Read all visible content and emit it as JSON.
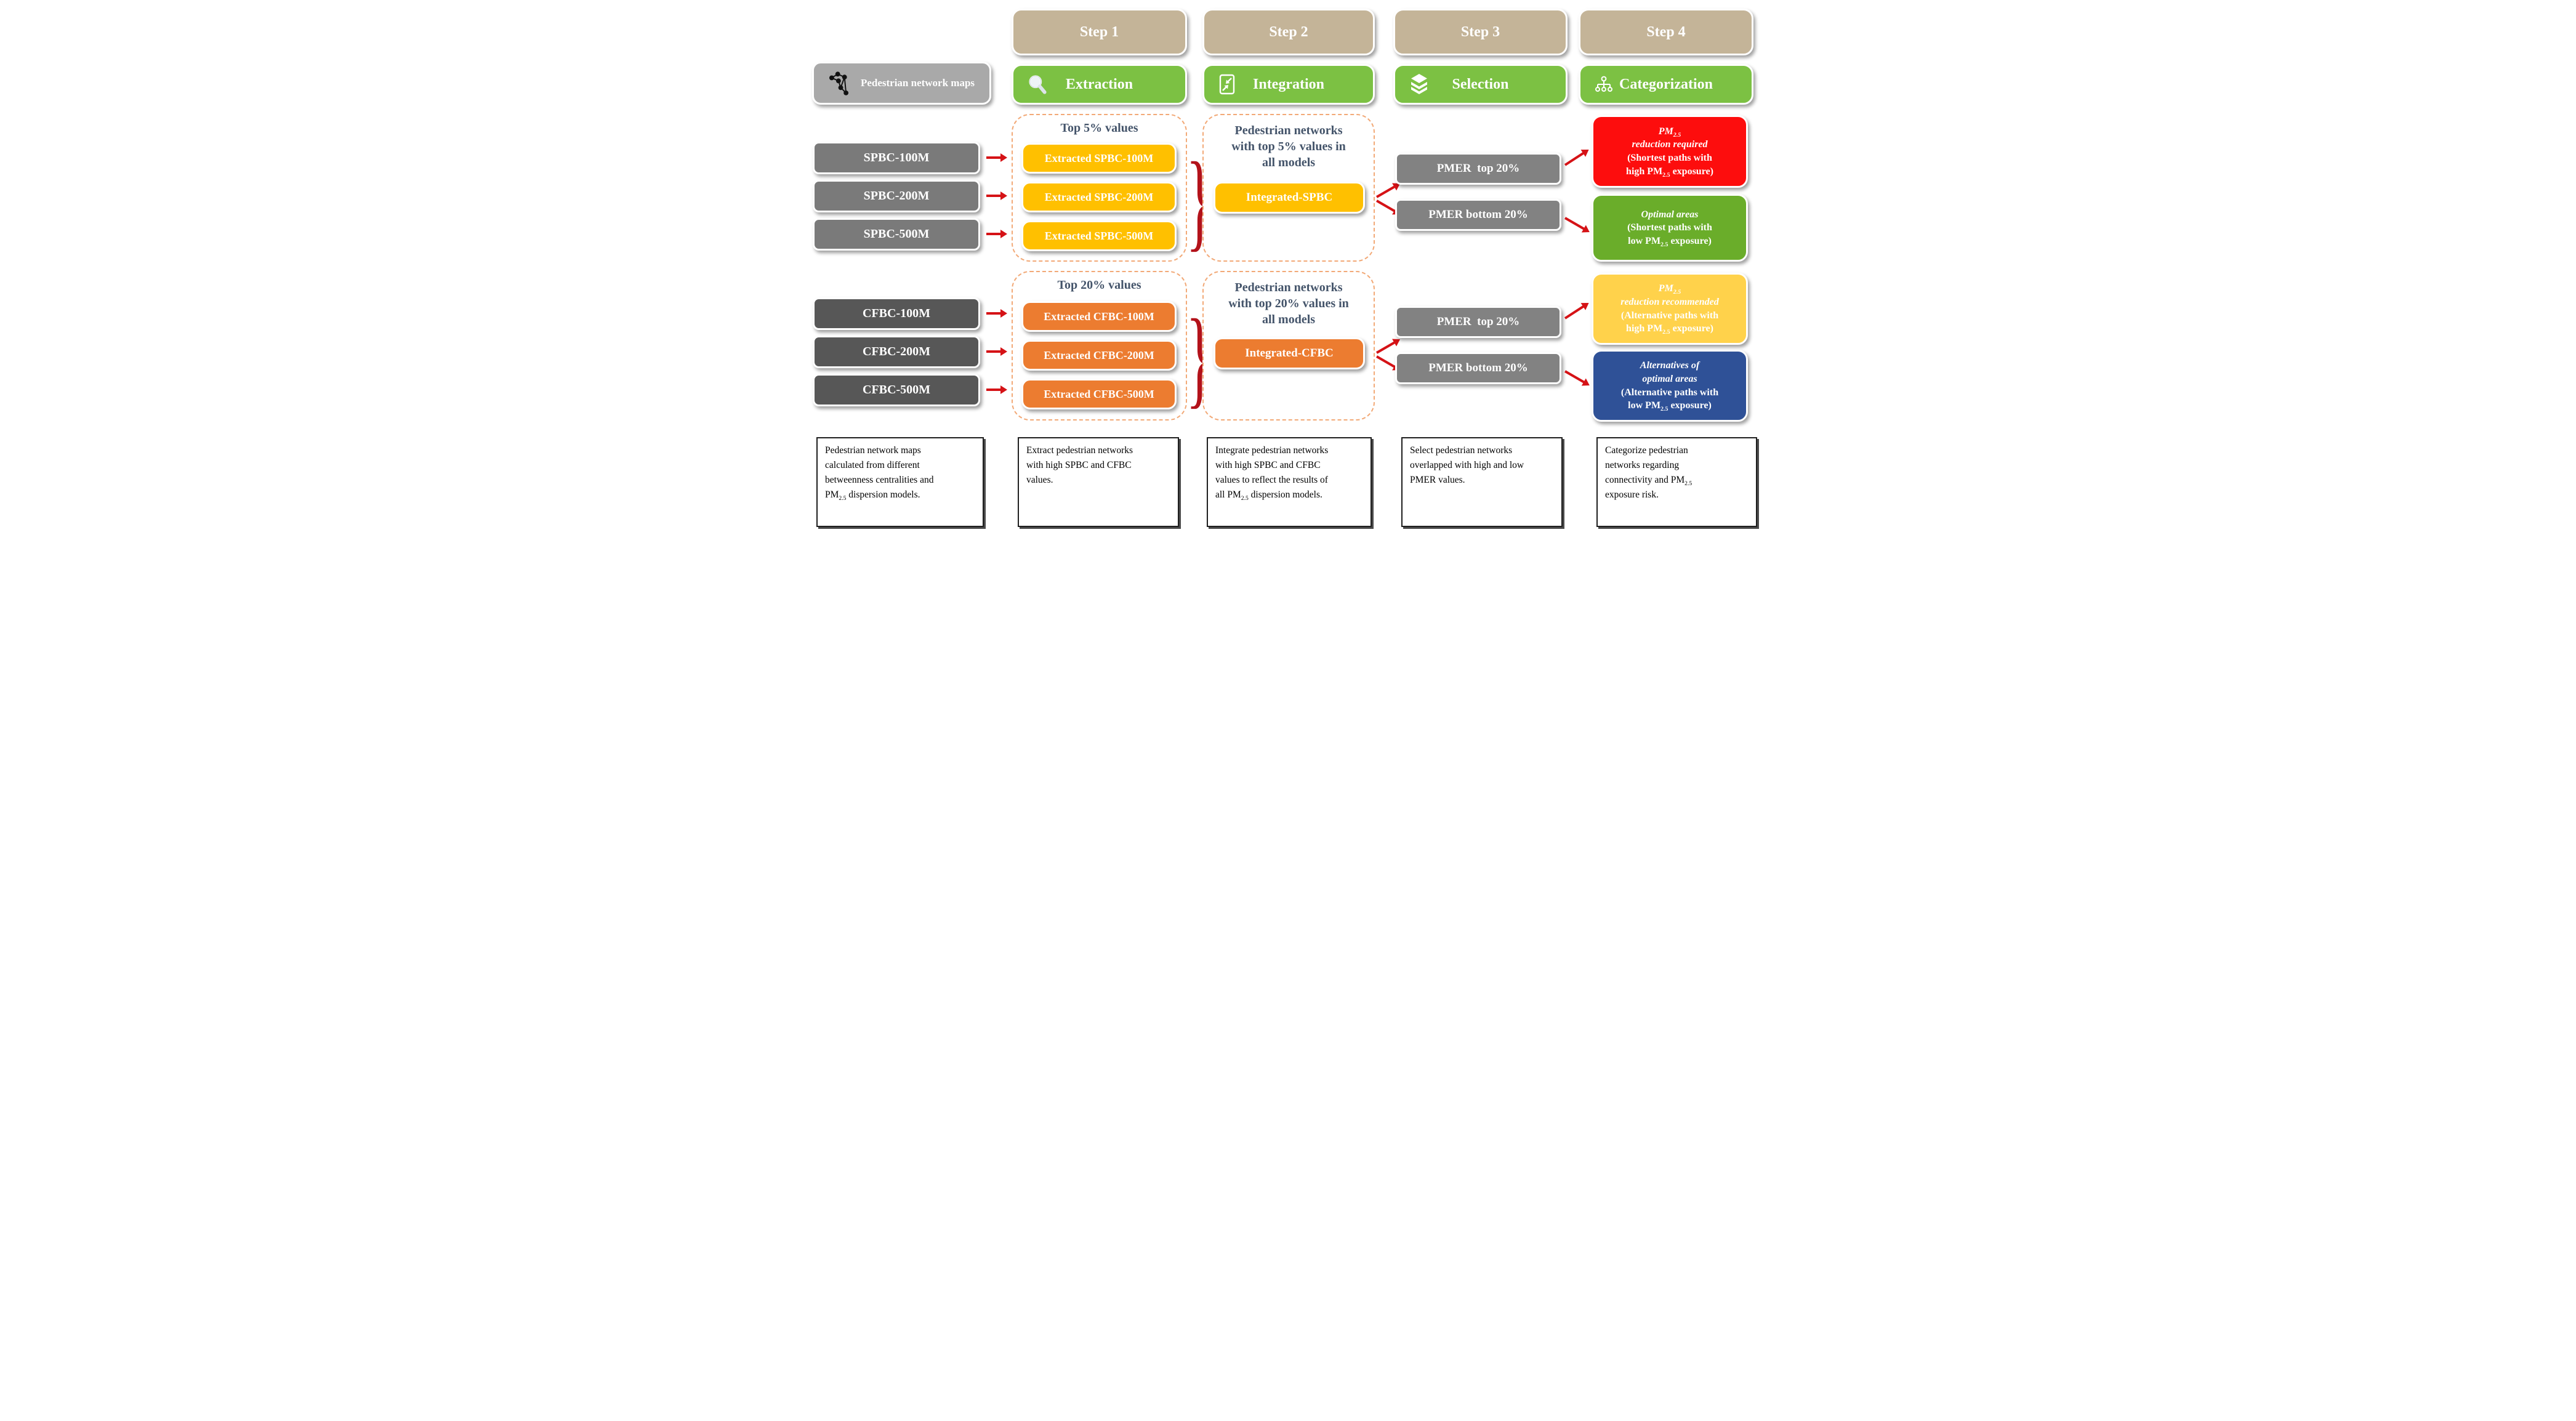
{
  "palette": {
    "step_header_bg": "#c4b498",
    "action_bg": "#7cc143",
    "input_header_bg": "#a9a9a9",
    "spbc_box_bg": "#7a7a7a",
    "cfbc_box_bg": "#575757",
    "pmer_box_bg": "#828282",
    "extracted_spbc_bg": "#ffc000",
    "extracted_cfbc_bg": "#ec7c30",
    "output_red": "#fd0d0d",
    "output_green": "#6aad2a",
    "output_yellow": "#ffd24b",
    "output_blue": "#2f5197",
    "group_border": "#f2a977",
    "arrow_red": "#d51216",
    "title_text": "#44546a"
  },
  "icons": {
    "input": "network-graph-icon",
    "step1": "magnifier-icon",
    "step2": "merge-arrows-icon",
    "step3": "layers-icon",
    "step4": "hierarchy-icon"
  },
  "input_column": {
    "header": "Pedestrian network maps",
    "spbc_items": [
      "SPBC-100M",
      "SPBC-200M",
      "SPBC-500M"
    ],
    "cfbc_items": [
      "CFBC-100M",
      "CFBC-200M",
      "CFBC-500M"
    ],
    "footnote": "Pedestrian network maps\ncalculated from different\nbetweenness centralities and\nPM{2.5} dispersion models."
  },
  "steps": [
    {
      "step_label": "Step 1",
      "action_label": "Extraction",
      "icon": "magnifier-icon",
      "groups": [
        {
          "title": "Top 5% values",
          "items": [
            "Extracted SPBC-100M",
            "Extracted SPBC-200M",
            "Extracted SPBC-500M"
          ]
        },
        {
          "title": "Top 20% values",
          "items": [
            "Extracted CFBC-100M",
            "Extracted CFBC-200M",
            "Extracted CFBC-500M"
          ]
        }
      ],
      "footnote": "Extract pedestrian networks\nwith high SPBC and CFBC\nvalues."
    },
    {
      "step_label": "Step 2",
      "action_label": "Integration",
      "icon": "merge-arrows-icon",
      "groups": [
        {
          "title": "Pedestrian networks\nwith top 5% values in\nall models",
          "item": "Integrated-SPBC"
        },
        {
          "title": "Pedestrian networks\nwith top 20% values in\nall models",
          "item": "Integrated-CFBC"
        }
      ],
      "footnote": "Integrate pedestrian networks\nwith high SPBC and CFBC\nvalues to reflect the results of\nall PM{2.5} dispersion models."
    },
    {
      "step_label": "Step 3",
      "action_label": "Selection",
      "icon": "layers-icon",
      "groups": [
        {
          "items": [
            "PMER  top 20%",
            "PMER bottom 20%"
          ]
        },
        {
          "items": [
            "PMER  top 20%",
            "PMER bottom 20%"
          ]
        }
      ],
      "footnote": "Select pedestrian networks\noverlapped with high and low\nPMER values."
    },
    {
      "step_label": "Step 4",
      "action_label": "Categorization",
      "icon": "hierarchy-icon",
      "outputs": [
        {
          "title": "PM{2.5}\nreduction required",
          "detail": "(Shortest paths with\nhigh PM{2.5} exposure)",
          "color": "#fd0d0d"
        },
        {
          "title": "Optimal areas",
          "detail": "(Shortest paths with\nlow PM{2.5} exposure)",
          "color": "#6aad2a"
        },
        {
          "title": "PM{2.5}\nreduction recommended",
          "detail": "(Alternative paths with\nhigh PM{2.5} exposure)",
          "color": "#ffd24b"
        },
        {
          "title": "Alternatives of\noptimal areas",
          "detail": "(Alternative paths with\nlow PM{2.5} exposure)",
          "color": "#2f5197"
        }
      ],
      "footnote": "Categorize pedestrian\nnetworks regarding\nconnectivity and PM{2.5}\nexposure risk."
    }
  ]
}
